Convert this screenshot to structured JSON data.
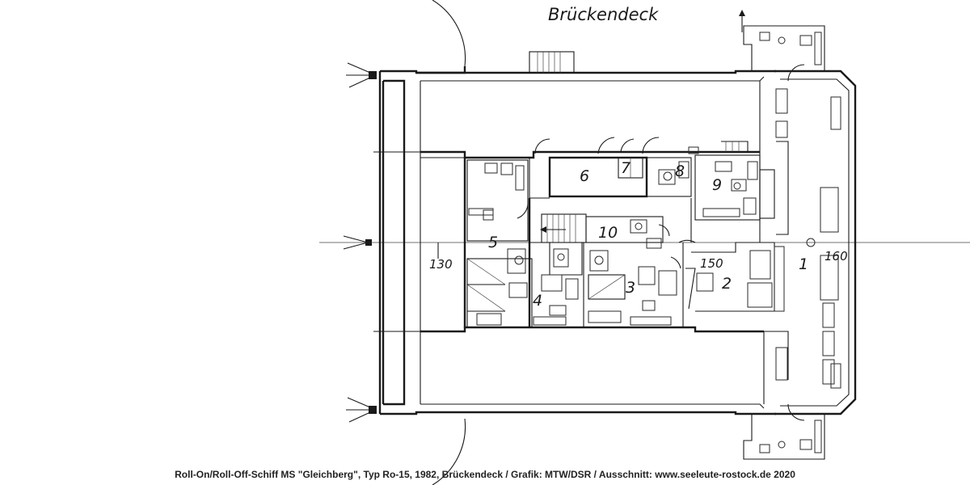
{
  "drawing": {
    "title": "Brückendeck",
    "room_numbers": [
      "1",
      "2",
      "3",
      "4",
      "5",
      "6",
      "7",
      "8",
      "9",
      "10"
    ],
    "frame_numbers": [
      "130",
      "150",
      "160"
    ]
  },
  "caption": "Roll-On/Roll-Off-Schiff MS \"Gleichberg\", Typ Ro-15, 1982, Brückendeck / Grafik: MTW/DSR / Ausschnitt: www.seeleute-rostock.de 2020",
  "colors": {
    "ink": "#1a1a1a",
    "paper": "#ffffff"
  }
}
